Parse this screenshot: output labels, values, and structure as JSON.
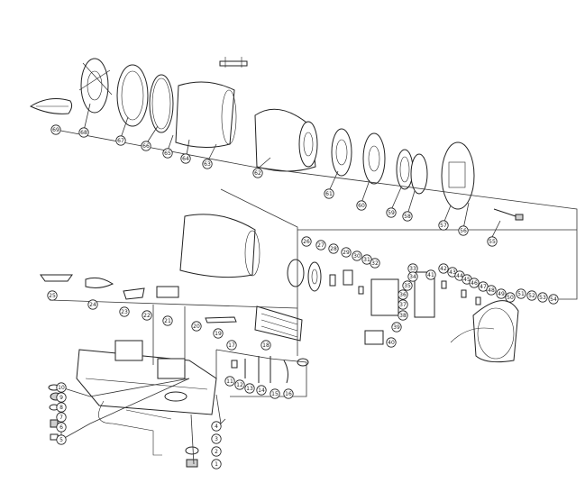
{
  "callouts": [
    "1",
    "2",
    "3",
    "4",
    "5",
    "6",
    "7",
    "8",
    "9",
    "10",
    "11",
    "12",
    "13",
    "14",
    "15",
    "16",
    "17",
    "18",
    "19",
    "20",
    "21",
    "22",
    "23",
    "24",
    "25",
    "26",
    "27",
    "28",
    "29",
    "30",
    "31",
    "32",
    "33",
    "34",
    "35",
    "36",
    "37",
    "38",
    "39",
    "40",
    "41",
    "42",
    "43",
    "44",
    "45",
    "46",
    "47",
    "48",
    "49",
    "50",
    "51",
    "52",
    "53",
    "54",
    "55",
    "56",
    "57",
    "58",
    "59",
    "60",
    "61",
    "62",
    "63",
    "64",
    "65",
    "66",
    "67",
    "68",
    "69"
  ],
  "colors": {
    "line": "#222222",
    "paper": "#ffffff",
    "shade": "#cfcfcf"
  }
}
